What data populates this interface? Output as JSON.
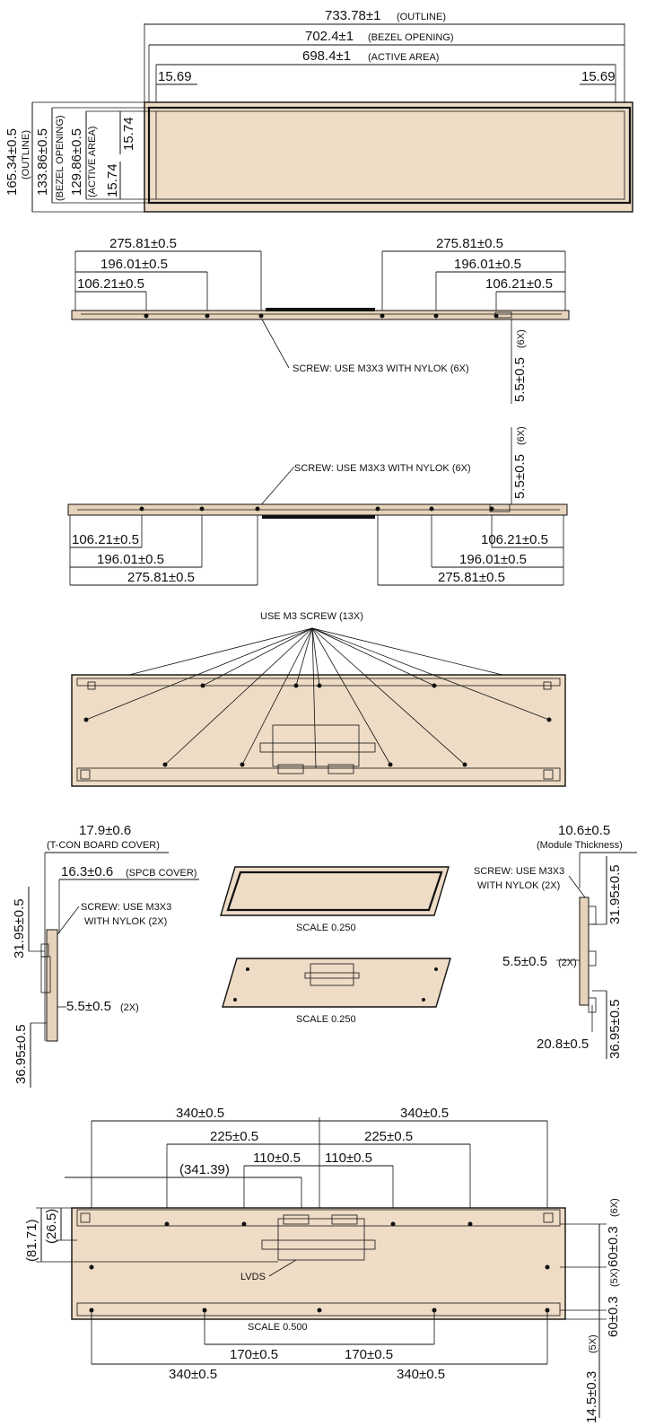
{
  "top_view": {
    "outline_width": "733.78±1",
    "outline_width_note": "(OUTLINE)",
    "bezel_width": "702.4±1",
    "bezel_width_note": "(BEZEL OPENING)",
    "active_width": "698.4±1",
    "active_width_note": "(ACTIVE AREA)",
    "margin_left": "15.69",
    "margin_right": "15.69",
    "outline_height": "165.34±0.5",
    "outline_height_note": "(OUTLINE)",
    "bezel_height": "133.86±0.5",
    "bezel_height_note": "(BEZEL OPENING)",
    "active_height": "129.86±0.5",
    "active_height_note": "(ACTIVE AREA)",
    "margin_top": "15.74",
    "margin_bottom": "15.74"
  },
  "edge_view_top": {
    "left_outer": "275.81±0.5",
    "left_mid": "196.01±0.5",
    "left_inner": "106.21±0.5",
    "right_outer": "275.81±0.5",
    "right_mid": "196.01±0.5",
    "right_inner": "106.21±0.5",
    "screw_note": "SCREW: USE M3X3 WITH NYLOK (6X)",
    "screw_depth": "5.5±0.5",
    "screw_depth_count": "(6X)"
  },
  "edge_view_bottom": {
    "screw_note": "SCREW: USE M3X3 WITH NYLOK (6X)",
    "screw_depth": "5.5±0.5",
    "screw_depth_count": "(6X)",
    "left_inner": "106.21±0.5",
    "left_mid": "196.01±0.5",
    "left_outer": "275.81±0.5",
    "right_inner": "106.21±0.5",
    "right_mid": "196.01±0.5",
    "right_outer": "275.81±0.5"
  },
  "rear_view": {
    "screw_note": "USE M3 SCREW (13X)"
  },
  "side_left": {
    "tcon_cover": "17.9±0.6",
    "tcon_cover_note": "(T-CON BOARD COVER)",
    "spcb_cover": "16.3±0.6",
    "spcb_cover_note": "(SPCB COVER)",
    "screw_note_1": "SCREW: USE M3X3",
    "screw_note_2": "WITH NYLOK (2X)",
    "height_upper": "31.95±0.5",
    "screw_depth": "5.5±0.5",
    "screw_depth_count": "(2X)",
    "height_lower": "36.95±0.5"
  },
  "iso_views": {
    "scale_front": "SCALE  0.250",
    "scale_back": "SCALE  0.250"
  },
  "side_right": {
    "thickness": "10.6±0.5",
    "thickness_note": "(Module Thickness)",
    "screw_note_1": "SCREW: USE M3X3",
    "screw_note_2": "WITH NYLOK (2X)",
    "height_upper": "31.95±0.5",
    "screw_depth": "5.5±0.5",
    "screw_depth_count": "(2X)",
    "height_lower": "36.95±0.5",
    "width_bottom": "20.8±0.5"
  },
  "bottom_view": {
    "top_left_outer": "340±0.5",
    "top_right_outer": "340±0.5",
    "top_left_mid": "225±0.5",
    "top_right_mid": "225±0.5",
    "top_left_inner": "110±0.5",
    "top_right_inner": "110±0.5",
    "connector_offset": "(341.39)",
    "left_height_outer": "(81.71)",
    "left_height_inner": "(26.5)",
    "lvds_label": "LVDS",
    "scale": "SCALE  0.500",
    "bottom_left_inner": "170±0.5",
    "bottom_right_inner": "170±0.5",
    "bottom_left_outer": "340±0.5",
    "bottom_right_outer": "340±0.5",
    "right_upper": "60±0.3",
    "right_upper_count": "(6X)",
    "right_mid": "60±0.3",
    "right_mid_count": "(5X)",
    "right_lower": "14.5±0.3",
    "right_lower_count": "(5X)"
  }
}
